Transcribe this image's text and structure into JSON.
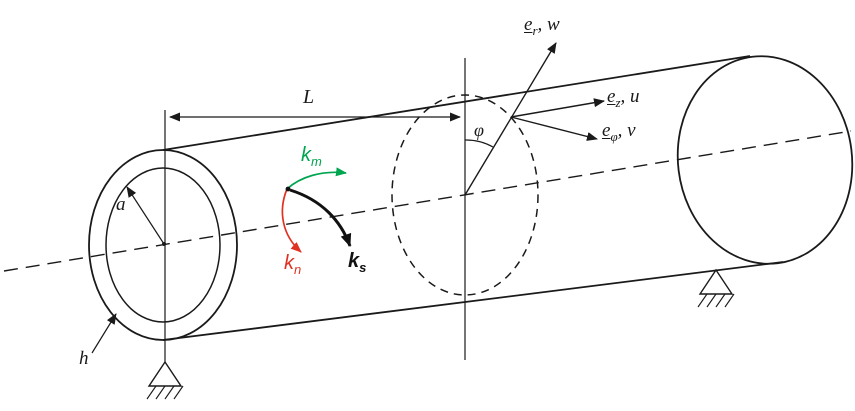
{
  "figure": {
    "labels": {
      "length": "L",
      "radius": "a",
      "thickness": "h",
      "angle": "φ",
      "basis_r": {
        "symbol": "e",
        "sub": "r",
        "rest": ", w"
      },
      "basis_z": {
        "symbol": "e",
        "sub": "z",
        "rest": ", u"
      },
      "basis_phi": {
        "symbol": "e",
        "sub": "φ",
        "rest": ", v"
      },
      "curvature_m": {
        "symbol": "k",
        "sub": "m"
      },
      "curvature_n": {
        "symbol": "k",
        "sub": "n"
      },
      "curvature_s": {
        "symbol": "k",
        "sub": "s"
      }
    },
    "colors": {
      "line": "#1a1a1a",
      "curvature_m_green": "#00a550",
      "curvature_n_red": "#e03222"
    }
  }
}
